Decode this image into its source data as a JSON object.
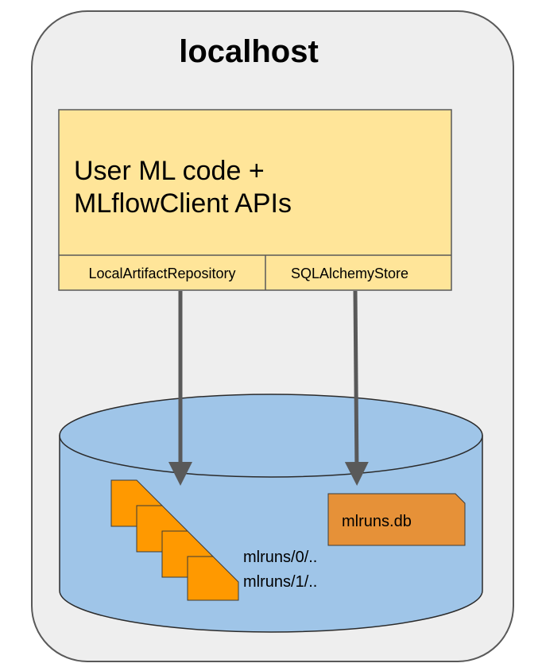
{
  "host": {
    "title": "localhost"
  },
  "client": {
    "title_line1": "User ML code +",
    "title_line2": "MLflowClient APIs",
    "artifact_repo_label": "LocalArtifactRepository",
    "store_label": "SQLAlchemyStore"
  },
  "storage": {
    "artifact_paths": [
      "mlruns/0/..",
      "mlruns/1/.."
    ],
    "db_label": "mlruns.db"
  },
  "colors": {
    "host_fill": "#eeeeee",
    "host_stroke": "#595959",
    "client_fill": "#ffe599",
    "client_stroke": "#595959",
    "cylinder_fill": "#9fc5e8",
    "cylinder_stroke": "#2b2b2b",
    "file_fill": "#ff9900",
    "file_stroke": "#3a3a3a",
    "db_fill": "#e69138",
    "arrow": "#595959"
  }
}
